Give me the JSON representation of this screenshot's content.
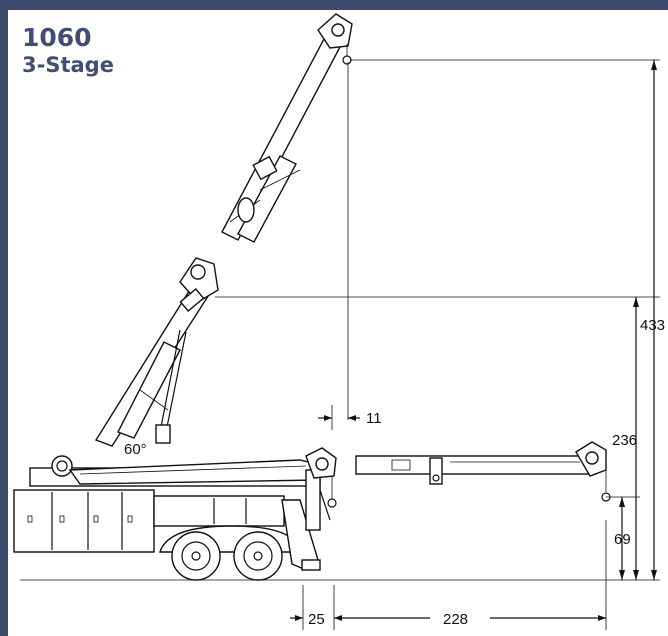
{
  "title": {
    "model": "1060",
    "stage": "3-Stage"
  },
  "dimensions": {
    "max_height": "433",
    "mid_height": "236",
    "hook_height": "69",
    "offset_top": "11",
    "rear_overhang": "25",
    "max_reach": "228",
    "boom_angle": "60°"
  },
  "colors": {
    "frame": "#3b4a6b",
    "title": "#3f4e72",
    "line": "#111111"
  }
}
